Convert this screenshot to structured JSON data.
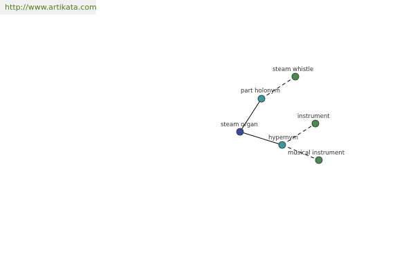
{
  "watermark": {
    "url": "http://www.artikata.com"
  },
  "graph": {
    "nodes": [
      {
        "id": "steam-organ",
        "label": "steam organ",
        "kind": "root"
      },
      {
        "id": "part-holonym",
        "label": "part holonym",
        "kind": "relation"
      },
      {
        "id": "hypernym",
        "label": "hypernym",
        "kind": "relation"
      },
      {
        "id": "steam-whistle",
        "label": "steam whistle",
        "kind": "term"
      },
      {
        "id": "instrument",
        "label": "instrument",
        "kind": "term"
      },
      {
        "id": "musical-instrument",
        "label": "musical instrument",
        "kind": "term"
      }
    ],
    "edges": [
      {
        "from": "steam-organ",
        "to": "part-holonym",
        "style": "solid"
      },
      {
        "from": "steam-organ",
        "to": "hypernym",
        "style": "solid"
      },
      {
        "from": "part-holonym",
        "to": "steam-whistle",
        "style": "dashed"
      },
      {
        "from": "hypernym",
        "to": "instrument",
        "style": "dashed"
      },
      {
        "from": "hypernym",
        "to": "musical-instrument",
        "style": "dashed"
      }
    ],
    "colors": {
      "root": "#3a4a9a",
      "relation": "#3a9a9a",
      "term": "#4a8a4a",
      "edge": "#000000",
      "outline": "#333333"
    }
  }
}
